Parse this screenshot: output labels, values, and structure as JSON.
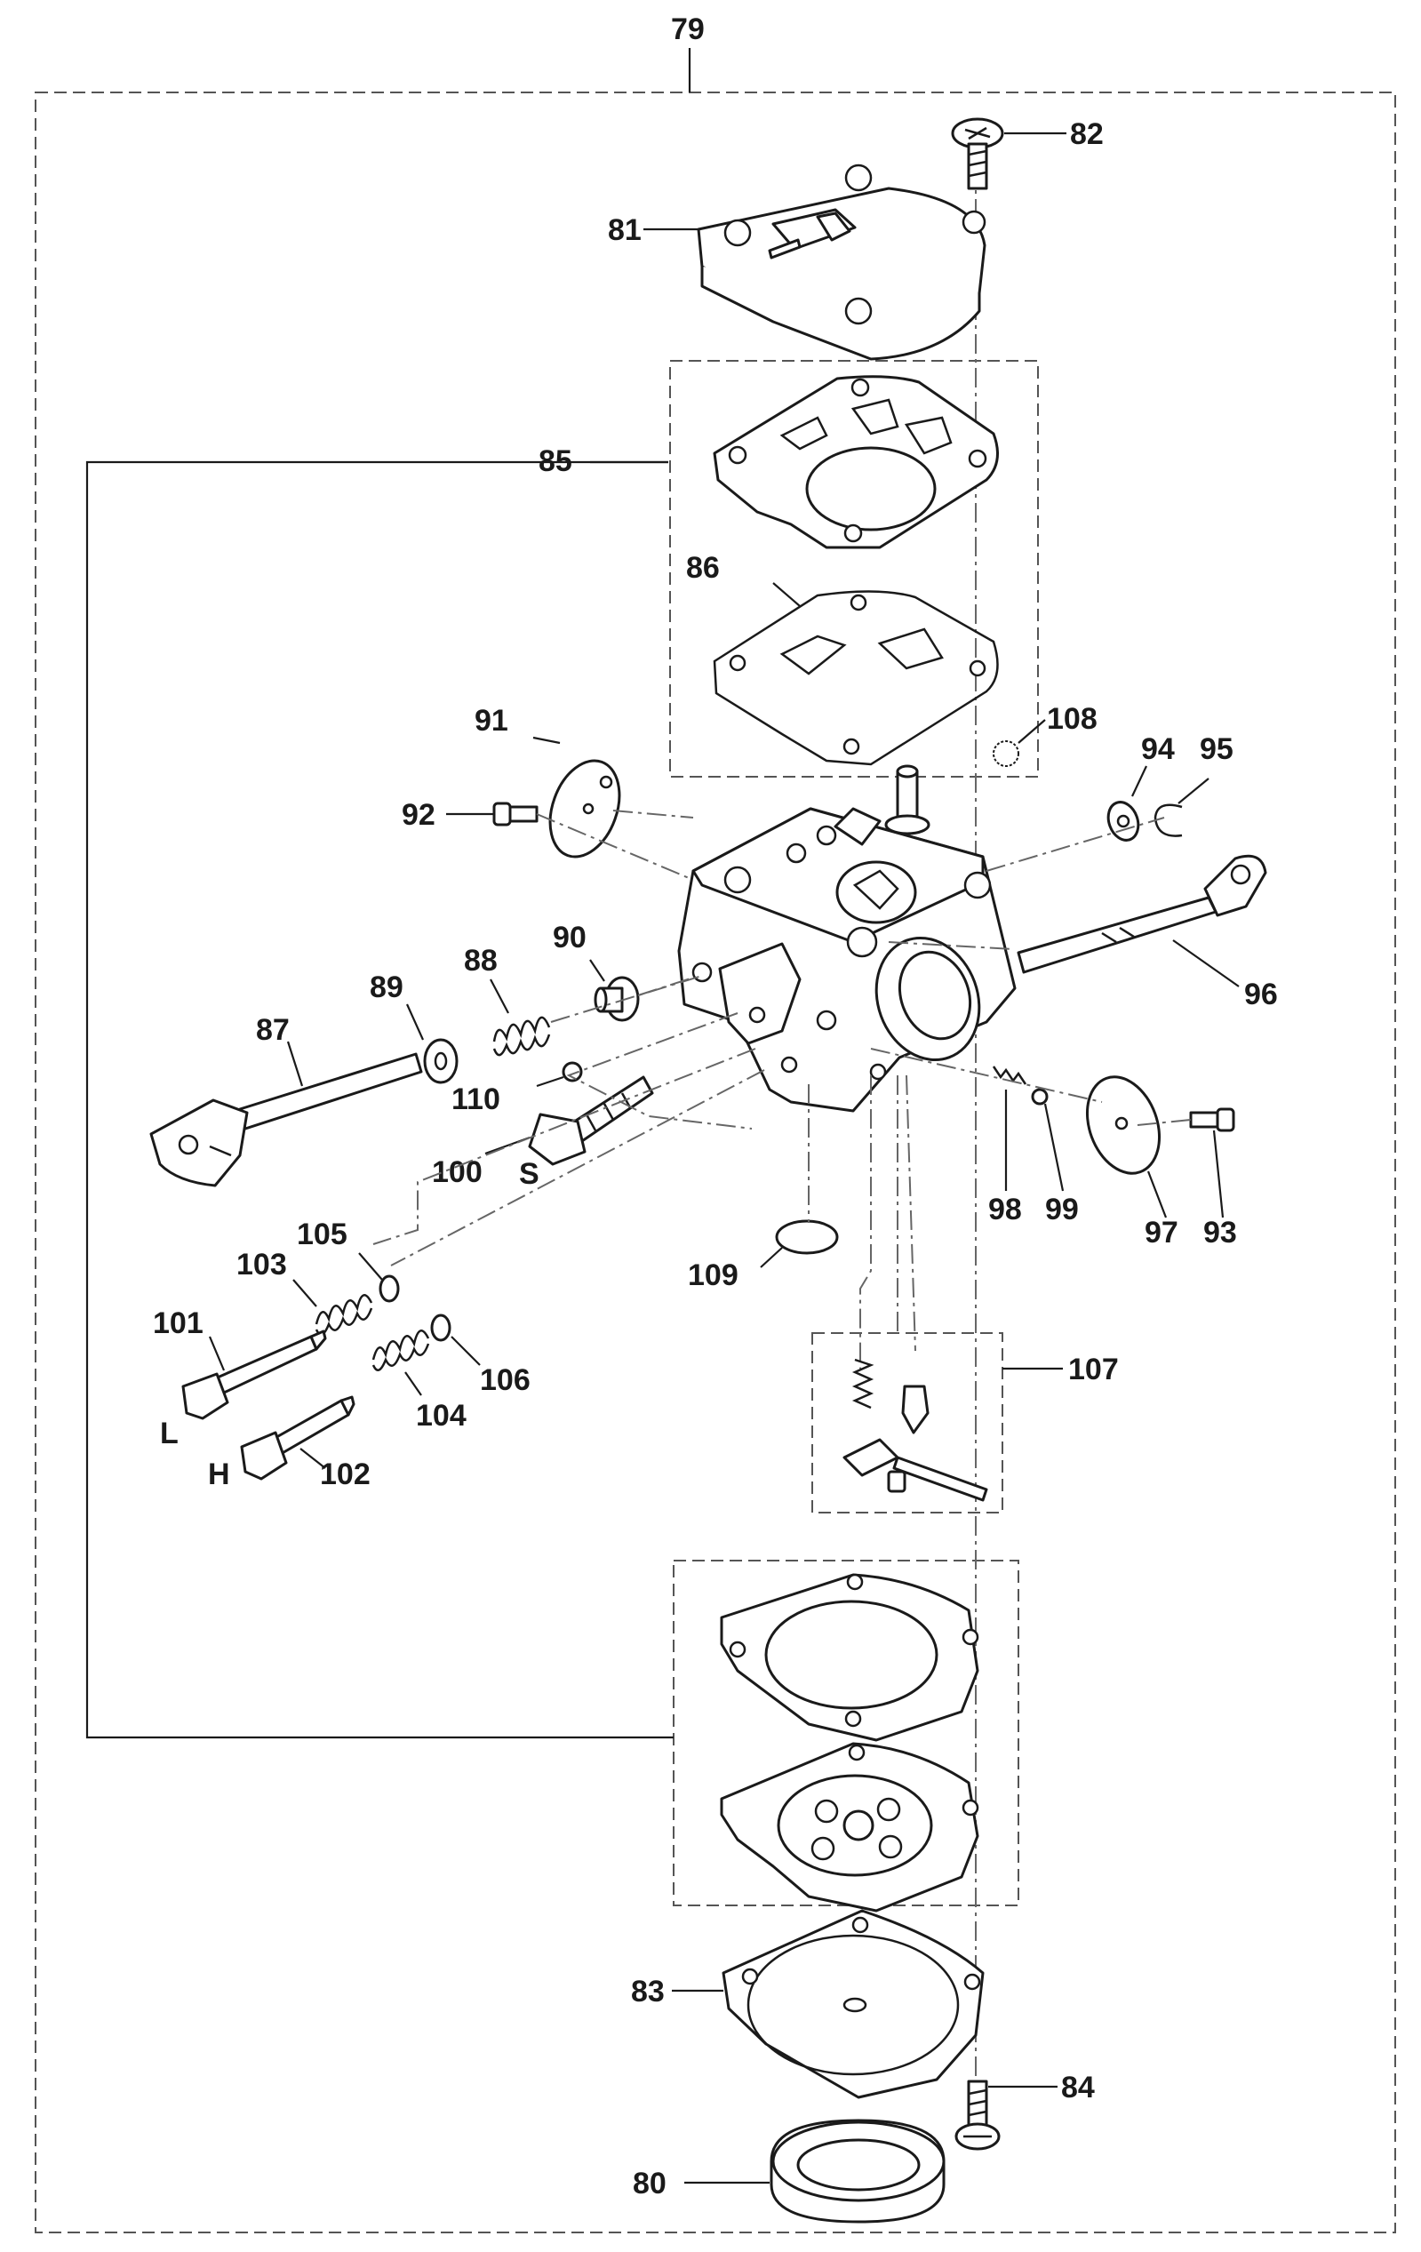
{
  "labels": {
    "p79": "79",
    "p82": "82",
    "p81": "81",
    "p85": "85",
    "p86": "86",
    "p108": "108",
    "p94": "94",
    "p95": "95",
    "p91": "91",
    "p92": "92",
    "p90": "90",
    "p88": "88",
    "p89": "89",
    "p87": "87",
    "p96": "96",
    "p110": "110",
    "p100": "100",
    "s": "S",
    "p98": "98",
    "p99": "99",
    "p97": "97",
    "p93": "93",
    "p105": "105",
    "p103": "103",
    "p109": "109",
    "p101": "101",
    "p107": "107",
    "p106": "106",
    "p104": "104",
    "l": "L",
    "h": "H",
    "p102": "102",
    "p83": "83",
    "p84": "84",
    "p80": "80"
  },
  "colors": {
    "line": "#1a1a1a",
    "dashed": "#555555",
    "background": "#ffffff"
  }
}
